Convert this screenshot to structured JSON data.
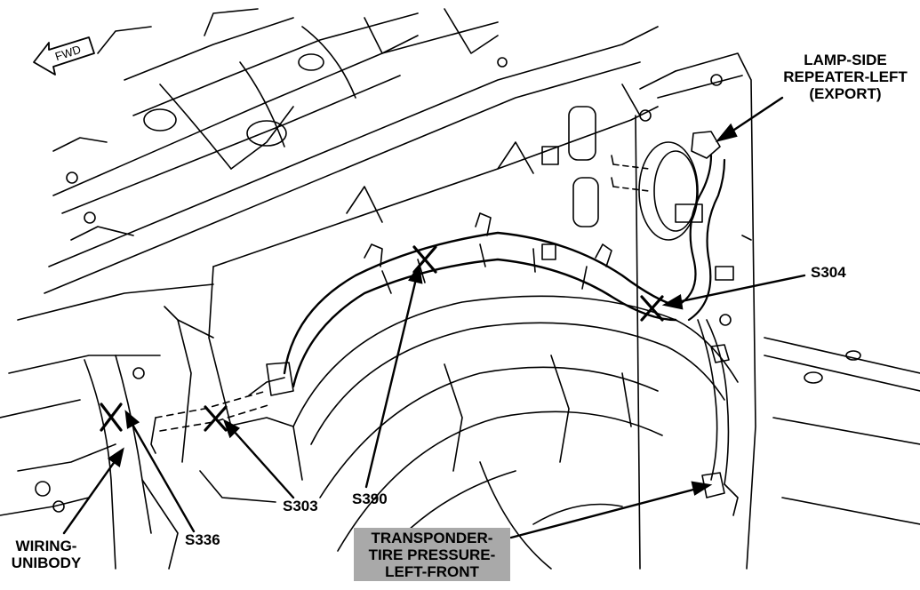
{
  "orientation": {
    "fwd_label": "FWD"
  },
  "callouts": {
    "lamp_side_repeater": {
      "lines": [
        "LAMP-SIDE",
        "REPEATER-LEFT",
        "(EXPORT)"
      ]
    },
    "s304": {
      "label": "S304"
    },
    "s303": {
      "label": "S303"
    },
    "s390": {
      "label": "S390"
    },
    "s336": {
      "label": "S336"
    },
    "wiring_unibody": {
      "lines": [
        "WIRING-",
        "UNIBODY"
      ]
    },
    "transponder": {
      "lines": [
        "TRANSPONDER-",
        "TIRE PRESSURE-",
        "LEFT-FRONT"
      ],
      "highlight_color": "#a9a9a9"
    }
  }
}
